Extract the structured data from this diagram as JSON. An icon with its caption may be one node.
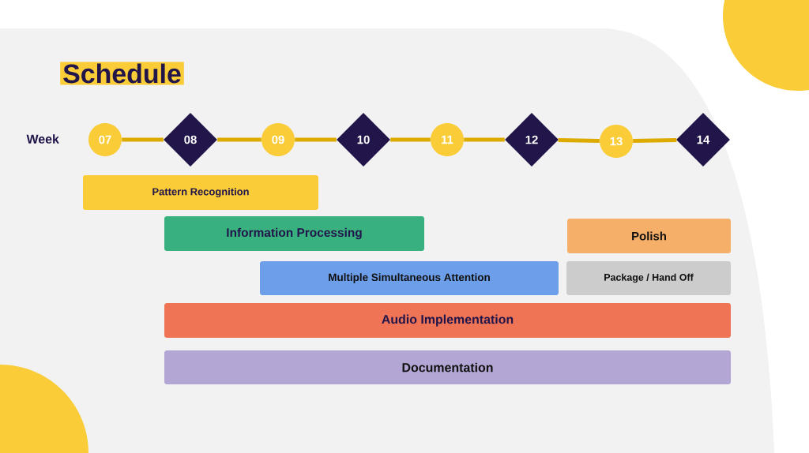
{
  "diagram": {
    "title": "Schedule",
    "nodes": [
      {
        "text": [
          "07"
        ]
      },
      {
        "text": [
          "08"
        ]
      },
      {
        "text": [
          "09"
        ]
      },
      {
        "text": [
          "10"
        ]
      },
      {
        "text": [
          "11"
        ]
      },
      {
        "text": [
          "12"
        ]
      },
      {
        "text": [
          "13"
        ]
      },
      {
        "text": [
          "14"
        ]
      },
      {
        "text": [
          "Pattern Recognition"
        ]
      },
      {
        "text": [
          "Information Processing"
        ]
      },
      {
        "text": [
          "Polish"
        ]
      },
      {
        "text": [
          "Multiple Simultaneous Attention"
        ]
      },
      {
        "text": [
          "Package / Hand Off"
        ]
      },
      {
        "text": [
          "Audio Implementation"
        ]
      },
      {
        "text": [
          "Documentation"
        ]
      }
    ],
    "edges": [
      {
        "from": 0,
        "to": 1,
        "arrow": "none"
      },
      {
        "from": 1,
        "to": 2,
        "arrow": "none"
      },
      {
        "from": 2,
        "to": 3,
        "arrow": "none"
      },
      {
        "from": 3,
        "to": 4,
        "arrow": "none"
      },
      {
        "from": 4,
        "to": 5,
        "arrow": "none"
      },
      {
        "from": 5,
        "to": 6,
        "arrow": "none"
      },
      {
        "from": 6,
        "to": 7,
        "arrow": "none"
      }
    ],
    "labels": [
      "Week"
    ]
  }
}
